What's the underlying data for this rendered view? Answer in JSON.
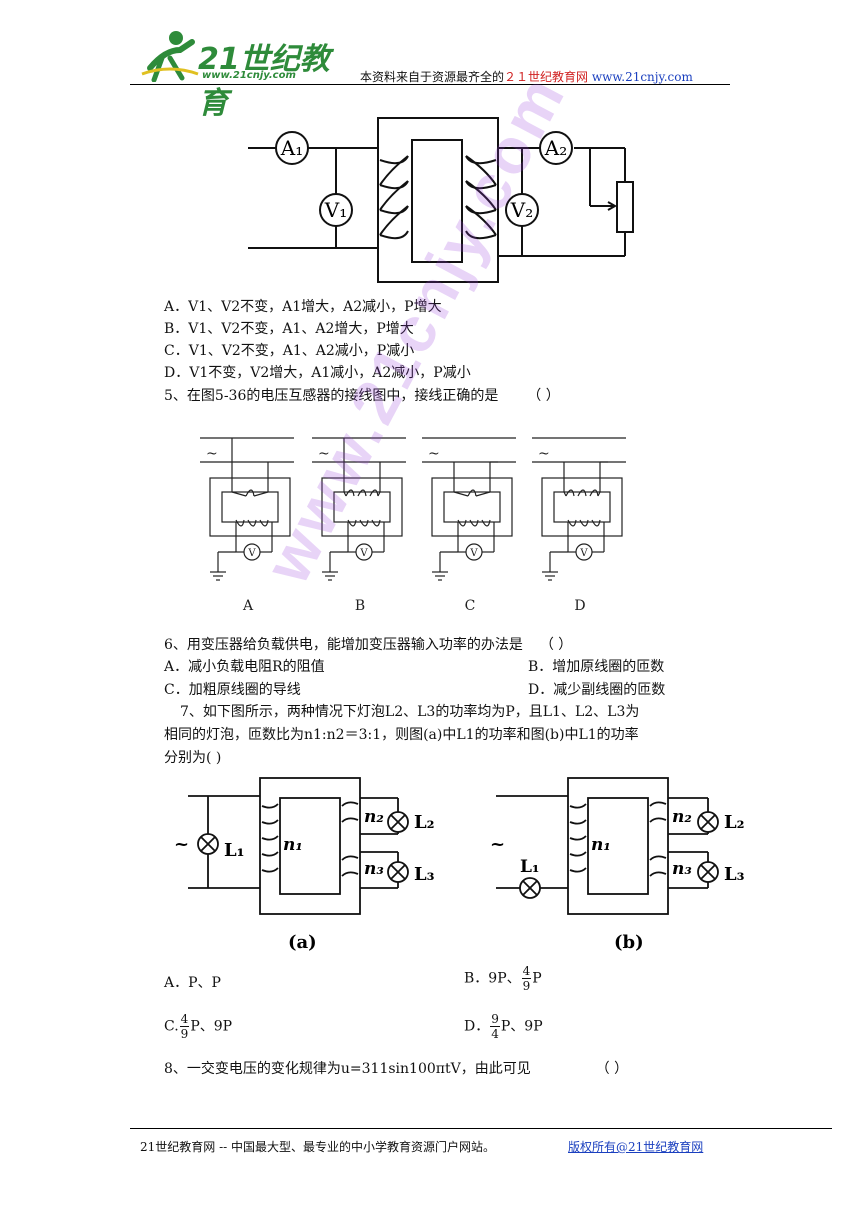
{
  "header": {
    "logo_main": "21世纪教育",
    "logo_url": "www.21cnjy.com",
    "text_prefix": "本资料来自于资源最齐全的",
    "text_brand": "２１世纪教育网",
    "text_url": "www.21cnjy.com"
  },
  "diagram_top": {
    "meter_a1": "A₁",
    "meter_a2": "A₂",
    "meter_v1": "V₁",
    "meter_v2": "V₂"
  },
  "q4_options": [
    "A．V1、V2不变，A1增大，A2减小，P增大",
    "B．V1、V2不变，A1、A2增大，P增大",
    "C．V1、V2不变，A1、A2减小，P减小",
    "D．V1不变，V2增大，A1减小，A2减小，P减小"
  ],
  "q5": {
    "text": "5、在图5-36的电压互感器的接线图中，接线正确的是",
    "bracket": "（          ）"
  },
  "q5_figure": {
    "ac_symbol": "~",
    "meter": "V",
    "labels": [
      "A",
      "B",
      "C",
      "D"
    ]
  },
  "q6": {
    "text": "6、用变压器给负载供电，能增加变压器输入功率的办法是",
    "bracket": "（          ）",
    "options": [
      "A．减小负载电阻R的阻值",
      "B．增加原线圈的匝数",
      "C．加粗原线圈的导线",
      "D．减少副线圈的匝数"
    ]
  },
  "q7": {
    "line1": "7、如下图所示，两种情况下灯泡L2、L3的功率均为P，且L1、L2、L3为",
    "line2": "相同的灯泡，匝数比为n1:n2＝3:1，则图(a)中L1的功率和图(b)中L1的功率",
    "line3": "分别为(      )"
  },
  "q7_figure": {
    "ac": "~",
    "l1": "L₁",
    "l2": "L₂",
    "l3": "L₃",
    "n1": "n₁",
    "n2": "n₂",
    "n3": "n₃",
    "cap_a": "(a)",
    "cap_b": "(b)"
  },
  "q7_options": {
    "a": "A．P、P",
    "b_prefix": "B．9P、",
    "b_num": "4",
    "b_den": "9",
    "b_suffix": "P",
    "c_prefix": "C.",
    "c_num": "4",
    "c_den": "9",
    "c_suffix": "P、9P",
    "d_prefix": "D．",
    "d_num": "9",
    "d_den": "4",
    "d_suffix": "P、9P"
  },
  "q8": {
    "text": "8、一交变电压的变化规律为u=311sin100πtV，由此可见",
    "bracket": "（          ）"
  },
  "footer": {
    "left": "21世纪教育网 -- 中国最大型、最专业的中小学教育资源门户网站。",
    "right": "版权所有@21世纪教育网"
  },
  "watermark": "www.21cnjy.com"
}
